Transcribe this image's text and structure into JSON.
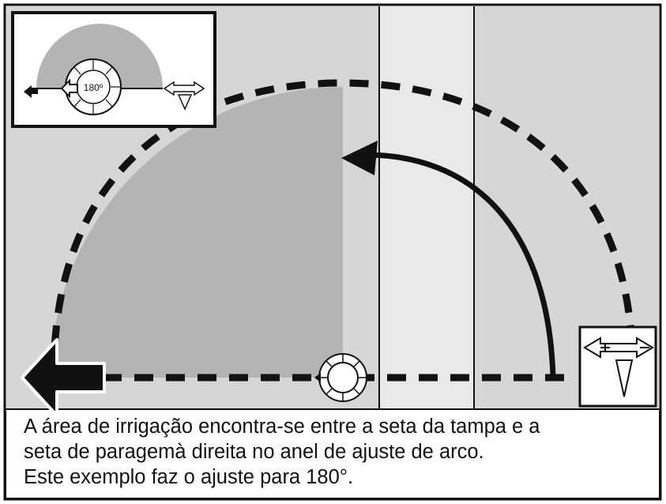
{
  "figure": {
    "inset_arc_label": "180º",
    "caption_lines": [
      "A área de irrigação encontra-se entre a seta da tampa e a",
      "seta de paragemà direita no anel de ajuste de arco.",
      "Este exemplo faz o ajuste para 180°."
    ]
  },
  "colors": {
    "background_panel": "#d6d6d6",
    "center_strip": "#e9e9e9",
    "spray_area": "#b4b4b4",
    "ink": "#111111"
  },
  "icons": [
    "left-arrow-icon",
    "sprinkler-head-icon",
    "adjustment-key-icon",
    "curved-arrow-icon",
    "dashed-arc"
  ]
}
